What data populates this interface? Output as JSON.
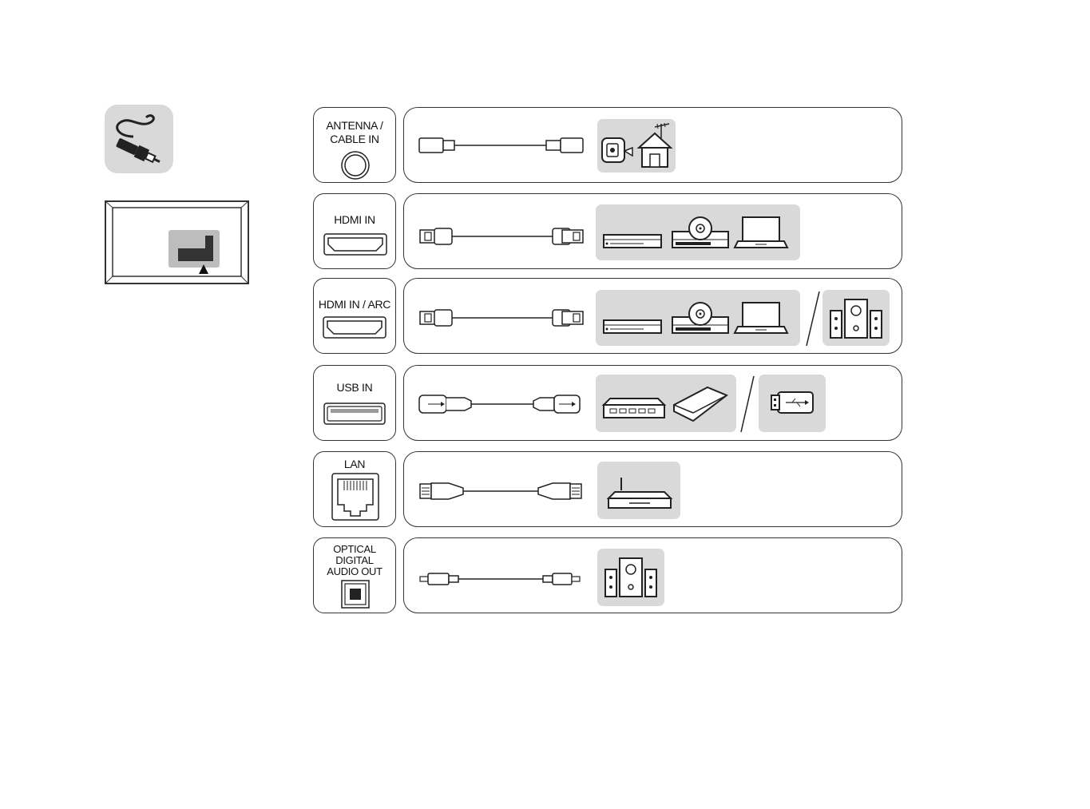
{
  "rows": [
    {
      "id": "antenna",
      "label_lines": [
        "ANTENNA /",
        "CABLE IN"
      ]
    },
    {
      "id": "hdmi",
      "label_lines": [
        "HDMI IN"
      ]
    },
    {
      "id": "hdmi-arc",
      "label_lines": [
        "HDMI IN / ARC"
      ]
    },
    {
      "id": "usb",
      "label_lines": [
        "USB IN"
      ]
    },
    {
      "id": "lan",
      "label_lines": [
        "LAN"
      ]
    },
    {
      "id": "optical",
      "label_lines": [
        "OPTICAL",
        "DIGITAL",
        "AUDIO OUT"
      ]
    }
  ],
  "colors": {
    "panel": "#d9d9d9",
    "stroke": "#333333",
    "dark": "#3a3a3a"
  },
  "icons": {
    "cable_badge": "cable-connector-icon",
    "tv_back": "tv-rear-panel-icon",
    "antenna": "antenna-house-icon",
    "hdmi_devices": [
      "set-top-box-icon",
      "disc-player-icon",
      "laptop-icon"
    ],
    "arc_devices": [
      "set-top-box-icon",
      "disc-player-icon",
      "laptop-icon",
      "speaker-system-icon"
    ],
    "usb_devices": [
      "hub-icon",
      "external-drive-icon",
      "usb-stick-icon"
    ],
    "lan_device": "router-icon",
    "optical_device": "speaker-system-icon"
  }
}
